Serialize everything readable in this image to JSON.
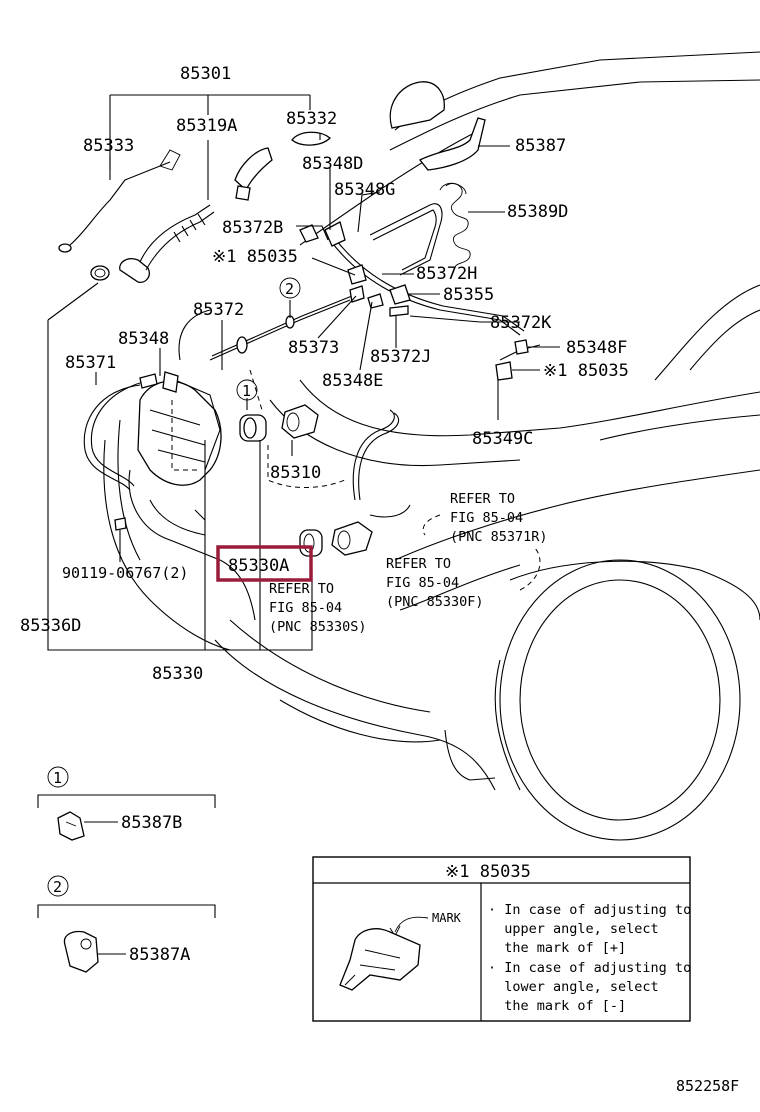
{
  "labels": {
    "p85301": "85301",
    "p85333": "85333",
    "p85319A": "85319A",
    "p85332": "85332",
    "p85348D": "85348D",
    "p85387": "85387",
    "p85348G": "85348G",
    "p85389D": "85389D",
    "p85372B": "85372B",
    "p85035_a": "※1 85035",
    "p85372H": "85372H",
    "circle2": "2",
    "p85355": "85355",
    "p85372": "85372",
    "p85372K": "85372K",
    "p85348": "85348",
    "p85373": "85373",
    "p85372J": "85372J",
    "p85348F": "85348F",
    "p85371": "85371",
    "p85348E": "85348E",
    "p85035_b": "※1 85035",
    "circle1": "1",
    "p85349C": "85349C",
    "p85310": "85310",
    "refer_r_1": "REFER TO",
    "refer_r_2": "FIG 85-04",
    "refer_r_3": "(PNC 85371R)",
    "bolt": "90119-06767(2)",
    "p85330A": "85330A",
    "refer_f_1": "REFER TO",
    "refer_f_2": "FIG 85-04",
    "refer_f_3": "(PNC 85330F)",
    "refer_s_1": "REFER TO",
    "refer_s_2": "FIG 85-04",
    "refer_s_3": "(PNC 85330S)",
    "p85336D": "85336D",
    "p85330": "85330"
  },
  "insets": {
    "one": {
      "num": "1",
      "part": "85387B"
    },
    "two": {
      "num": "2",
      "part": "85387A"
    }
  },
  "note": {
    "title": "※1 85035",
    "mark": "MARK",
    "lines": [
      "· In case of adjusting to",
      "  upper angle, select",
      "  the mark of [+]",
      "· In case of adjusting to",
      "  lower angle, select",
      "  the mark of [-]"
    ]
  },
  "figure_code": "852258F",
  "colors": {
    "highlight": "#9b1b3a",
    "ink": "#000000"
  }
}
